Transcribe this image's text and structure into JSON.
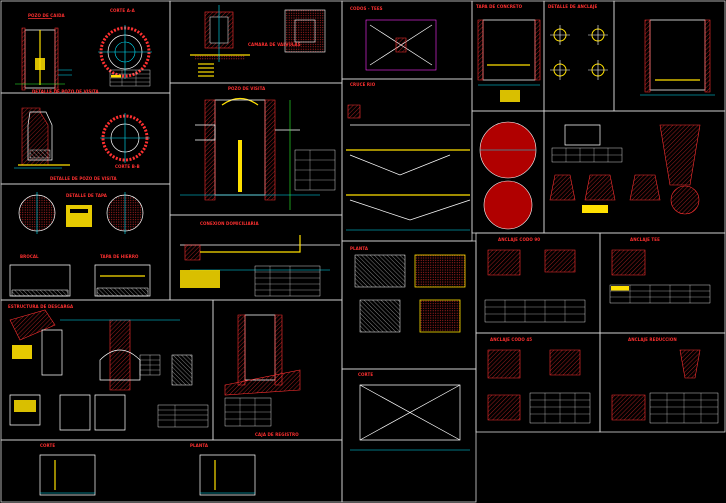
{
  "sheet": {
    "background": "#000000",
    "frame_color": "#d8d8d8",
    "title_color": "#ff3030",
    "accent_colors": {
      "yellow": "#ffe000",
      "cyan": "#00e8ff",
      "green": "#30ff30",
      "magenta": "#ff30ff",
      "white": "#ffffff"
    }
  },
  "titles": {
    "pozo_de_caida": "POZO DE CAIDA",
    "corte_a_a": "CORTE A-A",
    "detalle_pozo_visita": "DETALLE DE POZO DE VISITA",
    "corte_b_b": "CORTE B-B",
    "detalle_tapa": "DETALLE DE TAPA",
    "brocal": "BROCAL",
    "tapa_de_hierro": "TAPA DE HIERRO",
    "camara_valvulas": "CAMARA DE VALVULAS",
    "pozo_de_visita": "POZO DE VISITA",
    "codos_tees": "CODOS - TEES",
    "estructura_descarga": "ESTRUCTURA DE DESCARGA",
    "conexion_domiciliaria": "CONEXION DOMICILIARIA",
    "cruce_rio": "CRUCE RIO",
    "tapa_concreto": "TAPA DE CONCRETO",
    "detalle_de_anclaje": "DETALLE DE ANCLAJE",
    "planta": "PLANTA",
    "corte": "CORTE",
    "anclaje_codo_90": "ANCLAJE CODO 90",
    "anclaje_codo_45": "ANCLAJE CODO 45",
    "anclaje_tee": "ANCLAJE TEE",
    "anclaje_reduccion": "ANCLAJE REDUCCION",
    "caja_registro": "CAJA DE REGISTRO"
  }
}
